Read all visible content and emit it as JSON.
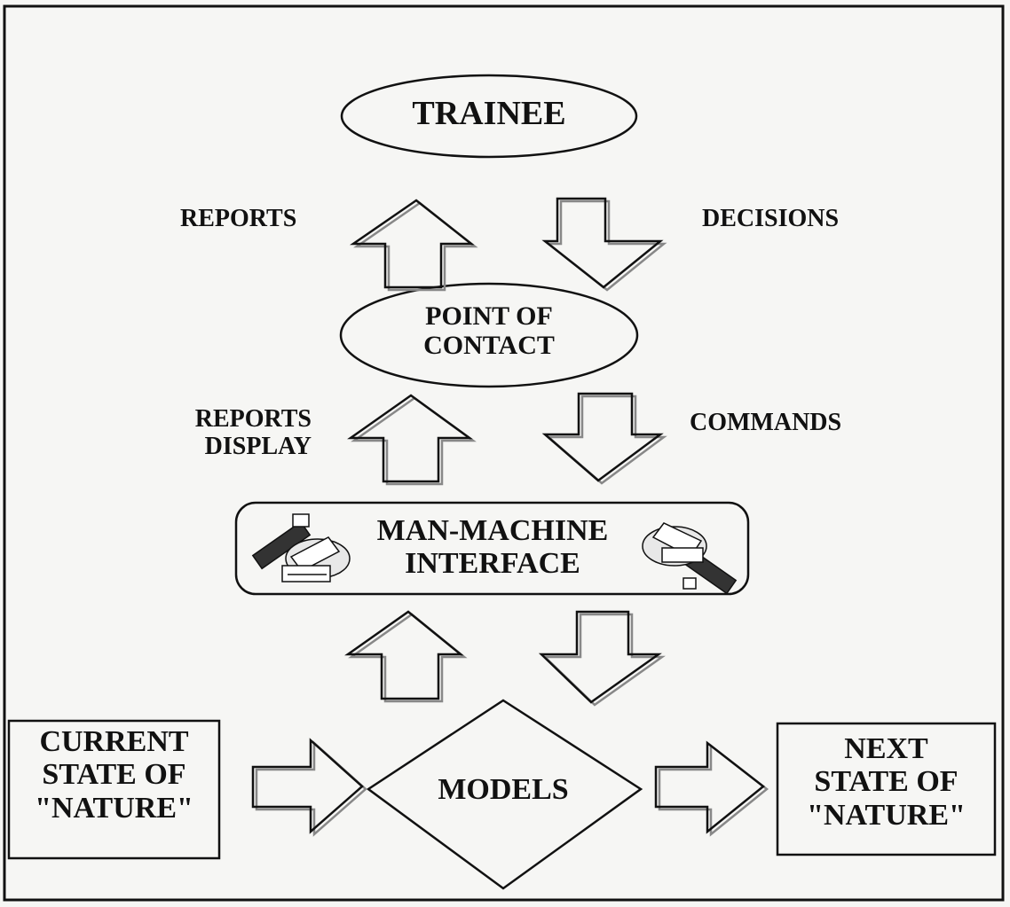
{
  "nodes": {
    "trainee": "TRAINEE",
    "point_of_contact": [
      "POINT OF",
      "CONTACT"
    ],
    "interface": [
      "MAN-MACHINE",
      "INTERFACE"
    ],
    "models": "MODELS",
    "current_state": [
      "CURRENT",
      "STATE OF",
      "\"NATURE\""
    ],
    "next_state": [
      "NEXT",
      "STATE OF",
      "\"NATURE\""
    ]
  },
  "flows": {
    "reports": "REPORTS",
    "decisions": "DECISIONS",
    "reports_display": [
      "REPORTS",
      "DISPLAY"
    ],
    "commands": "COMMANDS"
  },
  "icons": [
    "computer-workstation-icon",
    "computer-workstation-icon"
  ],
  "colors": {
    "ink": "#111111",
    "paper": "#f6f6f4"
  }
}
